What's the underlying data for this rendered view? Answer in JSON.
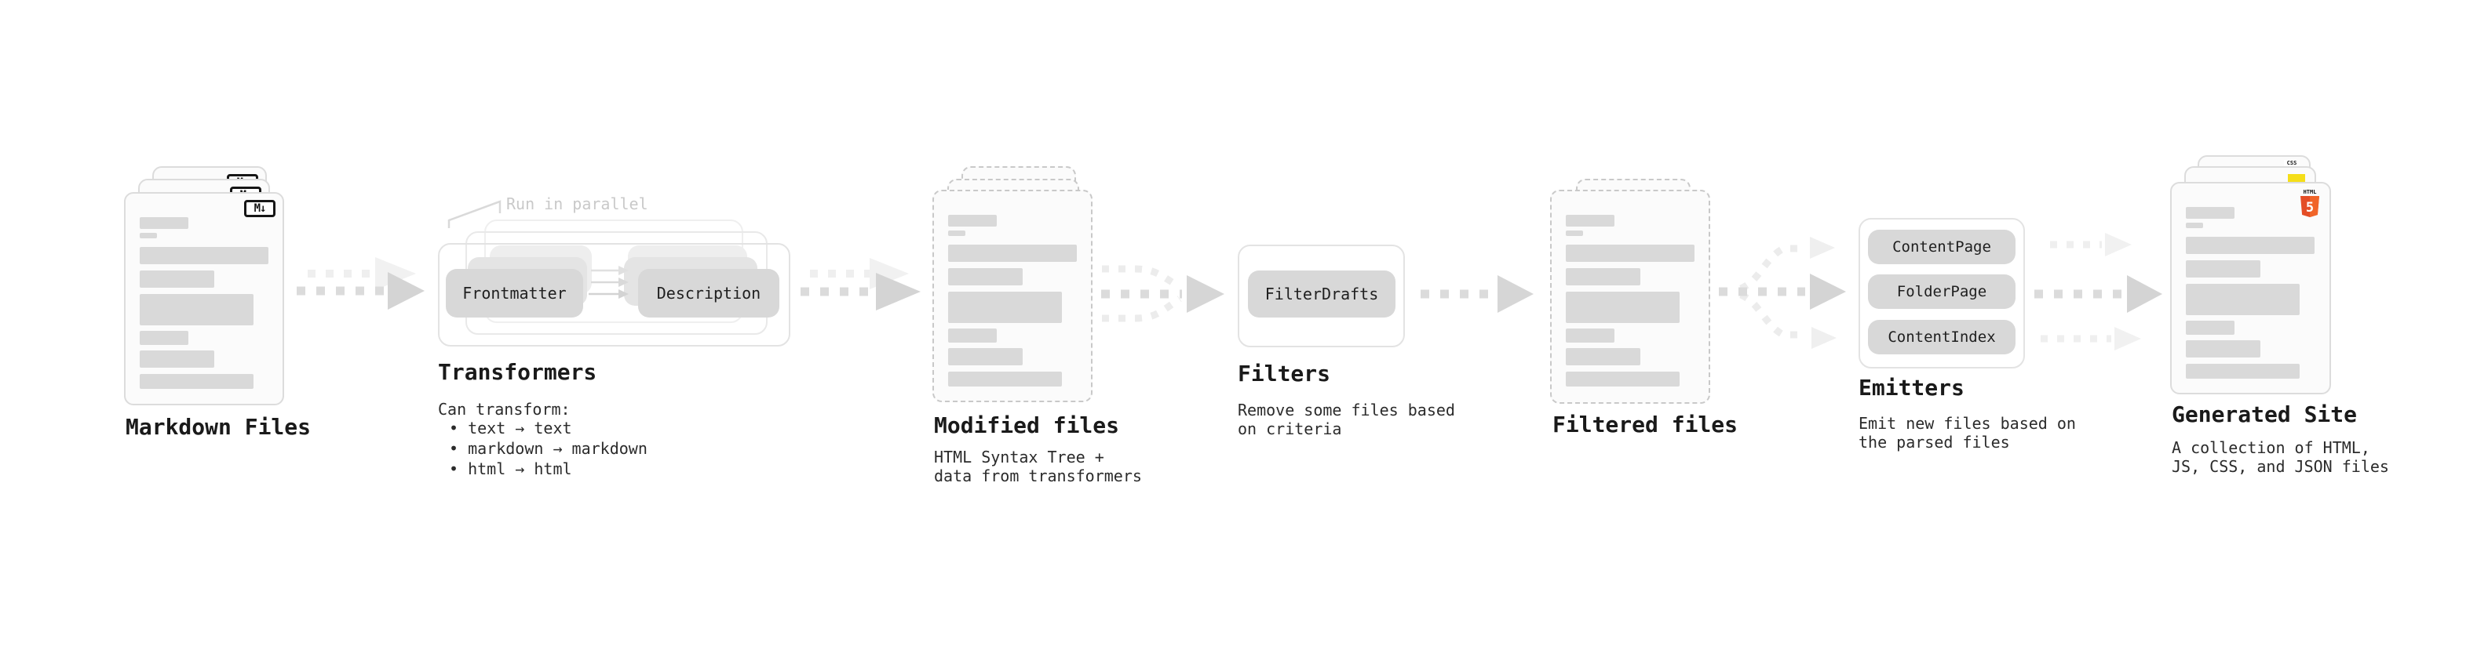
{
  "labels": {
    "run_in_parallel": "Run in parallel"
  },
  "sections": {
    "markdown_files": {
      "title": "Markdown Files",
      "badge": "M↓"
    },
    "transformers": {
      "title": "Transformers",
      "source_pill": "Frontmatter",
      "target_pill": "Description",
      "note_heading": "Can transform:",
      "bullets": [
        "• text → text",
        "• markdown → markdown",
        "• html → html"
      ]
    },
    "modified_files": {
      "title": "Modified files",
      "subtitle_line1": "HTML Syntax Tree +",
      "subtitle_line2": "data from transformers"
    },
    "filters": {
      "title": "Filters",
      "pill": "FilterDrafts",
      "subtitle_line1": "Remove some files based",
      "subtitle_line2": "on criteria"
    },
    "filtered_files": {
      "title": "Filtered files"
    },
    "emitters": {
      "title": "Emitters",
      "pills": [
        "ContentPage",
        "FolderPage",
        "ContentIndex"
      ],
      "subtitle_line1": "Emit new files based on",
      "subtitle_line2": "the parsed files"
    },
    "generated_site": {
      "title": "Generated Site",
      "subtitle_line1": "A collection of HTML,",
      "subtitle_line2": "JS, CSS, and JSON files",
      "css_badge": "CSS",
      "html_badge_label": "HTML",
      "html_badge_number": "5"
    }
  },
  "colors": {
    "background": "#ffffff",
    "doc_fill": "#fbfbfb",
    "doc_border": "#dcdcdc",
    "dashed_border": "#c9c9c9",
    "placeholder_bar": "#d9d9d9",
    "pill_fill": "#d8d8d8",
    "frame_border": "#e3e3e3",
    "arrow_main": "#d4d4d4",
    "arrow_faint": "#efefef",
    "html5_orange": "#e44d26",
    "js_yellow": "#f5de19",
    "css_blue": "#2965f1",
    "text_primary": "#1a1a1a",
    "muted_label": "#c9c9c9"
  }
}
